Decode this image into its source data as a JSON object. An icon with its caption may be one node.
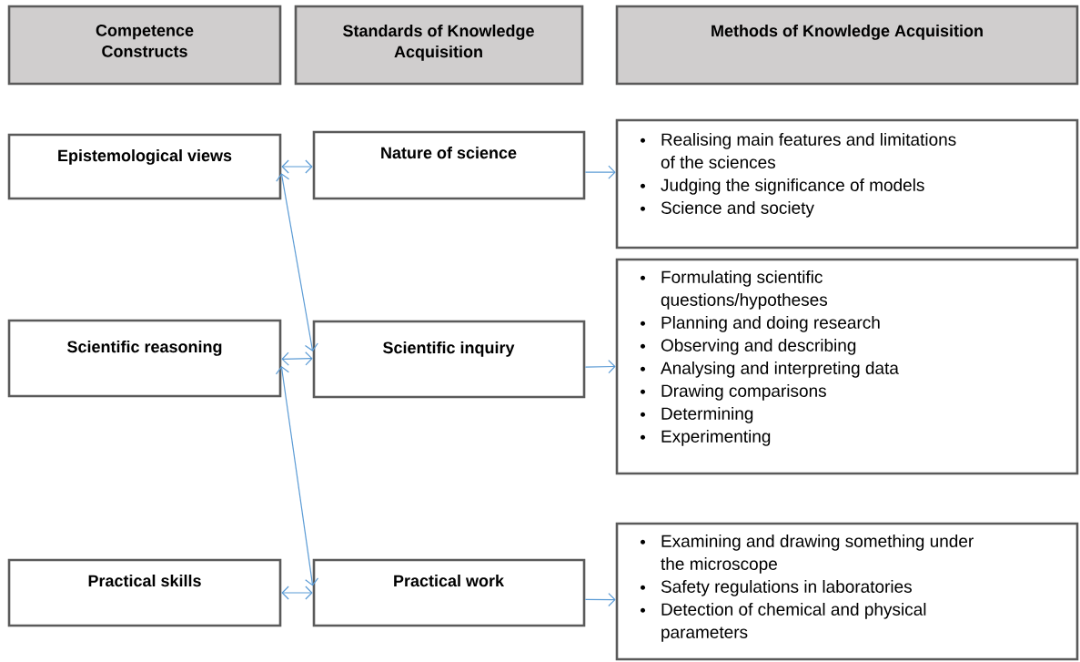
{
  "diagram": {
    "nodes": [
      {
        "text": [
          "Competence Constructs"
        ]
      },
      {
        "text": [
          "Standards of Knowledge Acquisition"
        ]
      },
      {
        "text": [
          "Methods of Knowledge Acquisition"
        ]
      },
      {
        "text": [
          "Epistemological views"
        ]
      },
      {
        "text": [
          "Nature of science"
        ]
      },
      {
        "text": [
          "Realising main features and limitations of the sciences",
          "Judging the significance of models",
          "Science and society"
        ]
      },
      {
        "text": [
          "Scientific reasoning"
        ]
      },
      {
        "text": [
          "Scientific inquiry"
        ]
      },
      {
        "text": [
          "Formulating scientific questions/hypotheses",
          "Planning and doing research",
          "Observing and describing",
          "Analysing and interpreting data",
          "Drawing comparisons",
          "Determining",
          "Experimenting"
        ]
      },
      {
        "text": [
          "Practical skills"
        ]
      },
      {
        "text": [
          "Practical work"
        ]
      },
      {
        "text": [
          "Examining and drawing something under the microscope",
          "Safety regulations in laboratories",
          "Detection of chemical and physical parameters"
        ]
      }
    ],
    "edges": [
      {
        "from": 3,
        "to": 4,
        "arrow": "both"
      },
      {
        "from": 4,
        "to": 5,
        "arrow": "to"
      },
      {
        "from": 3,
        "to": 7,
        "arrow": "both"
      },
      {
        "from": 6,
        "to": 7,
        "arrow": "both"
      },
      {
        "from": 7,
        "to": 8,
        "arrow": "to"
      },
      {
        "from": 6,
        "to": 10,
        "arrow": "both"
      },
      {
        "from": 9,
        "to": 10,
        "arrow": "both"
      },
      {
        "from": 10,
        "to": 11,
        "arrow": "to"
      }
    ]
  }
}
